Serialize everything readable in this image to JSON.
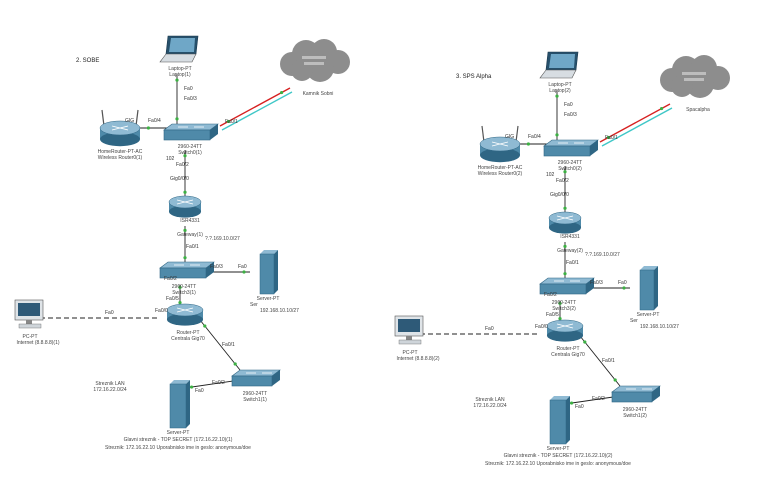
{
  "diagrams": [
    {
      "title": "2. SOBE",
      "cloud_label": "Kamnik Sobni",
      "laptop": {
        "type": "Laptop-PT",
        "name": "Laptop(1)"
      },
      "wireless": {
        "type": "HomeRouter-PT-AC",
        "name": "Wireless Router0(1)"
      },
      "top_switch": {
        "type": "2960-24TT",
        "name": "Switch0(1)"
      },
      "gateway": {
        "type": "ISR4331",
        "name": "Gateway(1)",
        "ip": "?.?.169.10.0/27"
      },
      "mid_switch": {
        "type": "2960-24TT",
        "name": "Switch3(1)"
      },
      "server_right": {
        "type": "Server-PT",
        "name": "Ser",
        "ip": "192.168.10.10/27"
      },
      "pc": {
        "type": "PC-PT",
        "name": "Internet (8.8.8.8)(1)"
      },
      "center_router": {
        "type": "Router-PT",
        "name": "Centrala Gig70"
      },
      "lan_note": "Streznik LAN\n172.16.22.0/24",
      "server_bottom": {
        "type": "Server-PT",
        "name": "Glavni streznik - TOP SECRET (172.16.22.10)(1)"
      },
      "bottom_switch": {
        "type": "2960-24TT",
        "name": "Switch1(1)"
      },
      "footer": "Streznik: 172.16.22.10 Uporabnisko ime in geslo: anonymous/doe",
      "ports": {
        "laptop_fa0": "Fa0",
        "sw_fa03": "Fa0/3",
        "sw_fa01": "Fa0/1",
        "sw_fa04": "Fa0/4",
        "wr_gi": "GIG",
        "sw_fa02": "Fa0/2",
        "gw_gig": "Gig0/0/0",
        "gw_102": "102",
        "gw_fa01": "Fa0/1",
        "msw_fa03": "Fa0/3",
        "msw_fa0": "Fa0",
        "msw_fa02": "Fa0/2",
        "msw_fa05": "Fa0/5",
        "pc_fa0": "Fa0",
        "rt_fa00": "Fa0/0",
        "rt_fa01": "Fa0/1",
        "bsw_fa02": "Fa0/2",
        "srv_fa0": "Fa0"
      }
    },
    {
      "title": "3. SPS Alpha",
      "cloud_label": "Spacalpha",
      "laptop": {
        "type": "Laptop-PT",
        "name": "Laptop(2)"
      },
      "wireless": {
        "type": "HomeRouter-PT-AC",
        "name": "Wireless Router0(2)"
      },
      "top_switch": {
        "type": "2960-24TT",
        "name": "Switch0(2)"
      },
      "gateway": {
        "type": "ISR4331",
        "name": "Gateway(2)",
        "ip": "?.?.169.10.0/27"
      },
      "mid_switch": {
        "type": "2960-24TT",
        "name": "Switch3(2)"
      },
      "server_right": {
        "type": "Server-PT",
        "name": "Ser",
        "ip": "192.168.10.10/27"
      },
      "pc": {
        "type": "PC-PT",
        "name": "Internet (8.8.8.8)(2)"
      },
      "center_router": {
        "type": "Router-PT",
        "name": "Centrala Gig70"
      },
      "lan_note": "Streznik LAN\n172.16.22.0/24",
      "server_bottom": {
        "type": "Server-PT",
        "name": "Glavni streznik - TOP SECRET (172.16.22.10)(2)"
      },
      "bottom_switch": {
        "type": "2960-24TT",
        "name": "Switch1(2)"
      },
      "footer": "Streznik: 172.16.22.10 Uporabnisko ime in geslo: anonymous/doe",
      "ports": {
        "laptop_fa0": "Fa0",
        "sw_fa03": "Fa0/3",
        "sw_fa01": "Fa0/1",
        "sw_fa04": "Fa0/4",
        "wr_gi": "GIG",
        "sw_fa02": "Fa0/2",
        "gw_gig": "Gig0/0/0",
        "gw_102": "102",
        "gw_fa01": "Fa0/1",
        "msw_fa03": "Fa0/3",
        "msw_fa0": "Fa0",
        "msw_fa02": "Fa0/2",
        "msw_fa05": "Fa0/5",
        "pc_fa0": "Fa0",
        "rt_fa00": "Fa0/0",
        "rt_fa01": "Fa0/1",
        "bsw_fa02": "Fa0/2",
        "srv_fa0": "Fa0"
      }
    }
  ],
  "colors": {
    "device_blue": "#4f8aa9",
    "device_dark": "#2f6684",
    "link_green_dot": "#3cb043",
    "link_black": "#222222",
    "link_red": "#d62020",
    "link_cyan": "#3fc7c7",
    "cloud": "#8d8d8d"
  }
}
